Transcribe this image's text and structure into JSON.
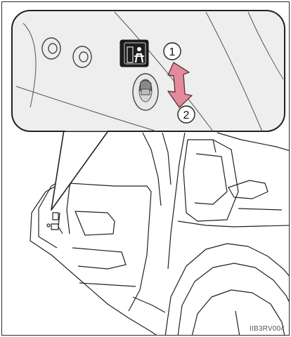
{
  "illustration": {
    "callout_numbers": [
      "1",
      "2"
    ],
    "image_code": "IIB3RV004",
    "icon": "child-lock-icon",
    "arrow_color": "#e58a9a",
    "line_color": "#222222",
    "panel_fill": "#eeeeee"
  }
}
